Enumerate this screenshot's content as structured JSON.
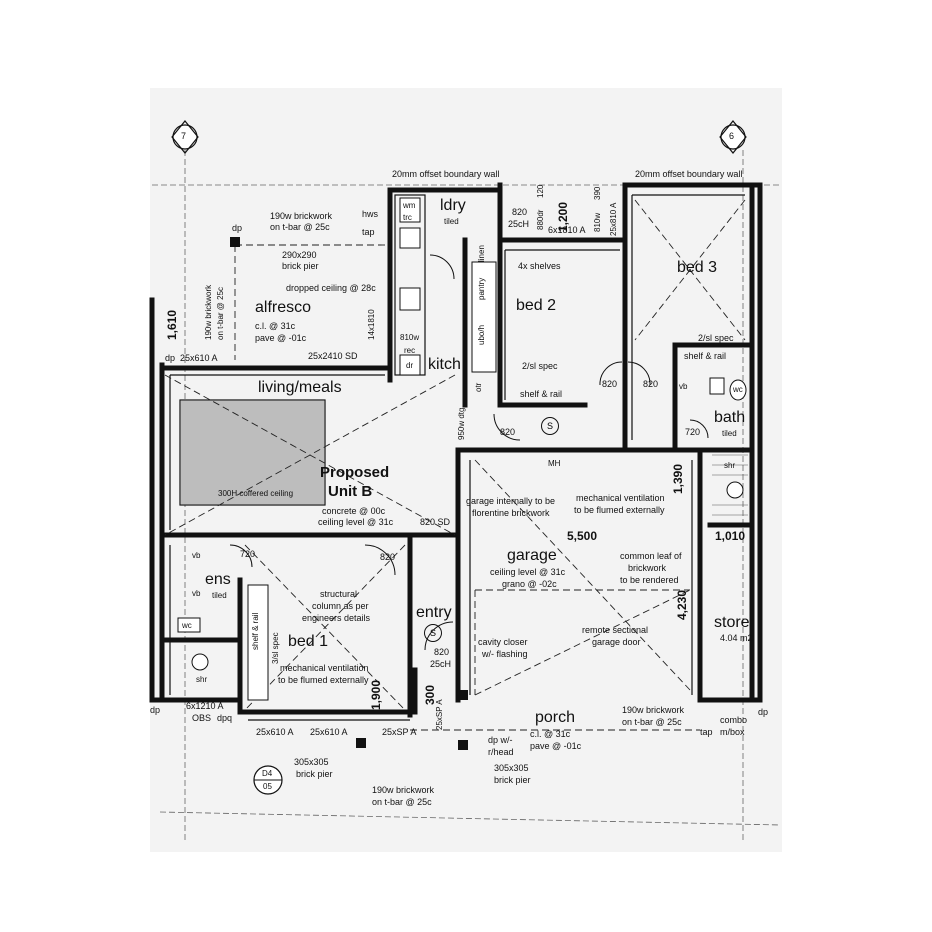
{
  "grid": {
    "left": "7",
    "right": "6"
  },
  "boundary": {
    "top_left": "20mm offset boundary wall",
    "top_right": "20mm offset boundary wall"
  },
  "title": {
    "line1": "Proposed",
    "line2": "Unit B"
  },
  "rooms": {
    "alfresco": "alfresco",
    "living": "living/meals",
    "kitch": "kitch",
    "ldry": "ldry",
    "bed2": "bed 2",
    "bed3": "bed 3",
    "bath": "bath",
    "garage": "garage",
    "entry": "entry",
    "bed1": "bed 1",
    "ens": "ens",
    "porch": "porch",
    "store": "store"
  },
  "annotations": {
    "brickwork_top": "190w brickwork",
    "brickwork_top2": "on t-bar @ 25c",
    "pier_top": "290x290",
    "pier_top2": "brick pier",
    "dropped_ceiling": "dropped ceiling @ 28c",
    "alfresco_brick1": "190w brickwork",
    "alfresco_brick2": "on t-bar @ 25c",
    "alfresco_cl": "c.l. @ 31c",
    "alfresco_pave": "pave @ -01c",
    "win_25x610": "25x610 A",
    "win_25x2410": "25x2410 SD",
    "dim_1610": "1,610",
    "coffered": "300H coffered ceiling",
    "concrete": "concrete @ 00c",
    "ceiling_31": "ceiling level @ 31c",
    "sd_820": "820 SD",
    "hws": "hws",
    "tap": "tap",
    "wm": "wm",
    "trough": "trc",
    "tiled": "tiled",
    "d820_25ch": "820",
    "d820_25ch2": "25cH",
    "d880": "880dr",
    "d120": "120",
    "dim_1200": "1,200",
    "win_6x1810": "6x1810 A",
    "d810w": "810w",
    "d390": "390",
    "win_25x810": "25x810 A",
    "linen": "linen",
    "shelves": "4x shelves",
    "pantry": "pantry",
    "uboh": "ubo/h",
    "kit_14x1810": "14x1810",
    "kit_810w": "810w",
    "kit_rec": "rec",
    "kit_dr": "dr",
    "otr": "otr",
    "d2sl_bed2": "2/sl spec",
    "shelf_rail_bed2": "shelf & rail",
    "d820_bed2": "820",
    "d820_bed3": "820",
    "d2sl_bed3": "2/sl spec",
    "shelf_rail_bed3": "shelf & rail",
    "vb": "vb",
    "wc": "wc",
    "d720_bath": "720",
    "bath_tiled": "tiled",
    "d950": "950w dtg",
    "d820_hall": "820",
    "smoke": "S",
    "mh": "MH",
    "dim_1390": "1,390",
    "garage_note1": "garage internally to be",
    "garage_note2": "florentine brickwork",
    "mech_vent1": "mechanical ventilation",
    "mech_vent2": "to be flumed externally",
    "dim_5500": "5,500",
    "common_leaf1": "common leaf of",
    "common_leaf2": "brickwork",
    "common_leaf3": "to be rendered",
    "garage_cl": "ceiling level @ 31c",
    "garage_grano": "grano @ -02c",
    "dim_1010": "1,010",
    "shr_bath": "shr",
    "dim_4230": "4,230",
    "store_area": "4.04 m2",
    "remote1": "remote sectional",
    "remote2": "garage door",
    "cavity1": "cavity closer",
    "cavity2": "w/- flashing",
    "entry_820": "820",
    "entry_25ch": "25cH",
    "struct1": "structural",
    "struct2": "column as per",
    "struct3": "engineers details",
    "d720_ens": "720",
    "d820_bed1": "820",
    "ens_vb1": "vb",
    "ens_vb2": "vb",
    "ens_tiled": "tiled",
    "ens_wc": "wc",
    "ens_shr": "shr",
    "shelf_rail_bed1": "shelf & rail",
    "d3sl": "3/sl spec",
    "bed1_mech1": "mechanical ventilation",
    "bed1_mech2": "to be flumed externally",
    "dim_1900": "1,900",
    "dim_300": "300",
    "win_25sp_a": "25xSP A",
    "win_6x1210": "6x1210 A",
    "obs": "OBS",
    "dpq": "dpq",
    "win_25x610_b": "25x610 A",
    "win_25x610_c": "25x610 A",
    "win_25xsp": "25xSP A",
    "dp_head1": "dp w/-",
    "dp_head2": "r/head",
    "porch_cl": "c.l. @ 31c",
    "porch_pave": "pave @ -01c",
    "pier_left1": "305x305",
    "pier_left2": "brick pier",
    "pier_right1": "305x305",
    "pier_right2": "brick pier",
    "porch_brick1": "190w brickwork",
    "porch_brick2": "on t-bar @ 25c",
    "right_brick1": "190w brickwork",
    "right_brick2": "on t-bar @ 25c",
    "combo1": "combo",
    "combo2": "m/box",
    "tap_right": "tap",
    "detail_top": "D4",
    "detail_bottom": "05",
    "dp": "dp"
  }
}
